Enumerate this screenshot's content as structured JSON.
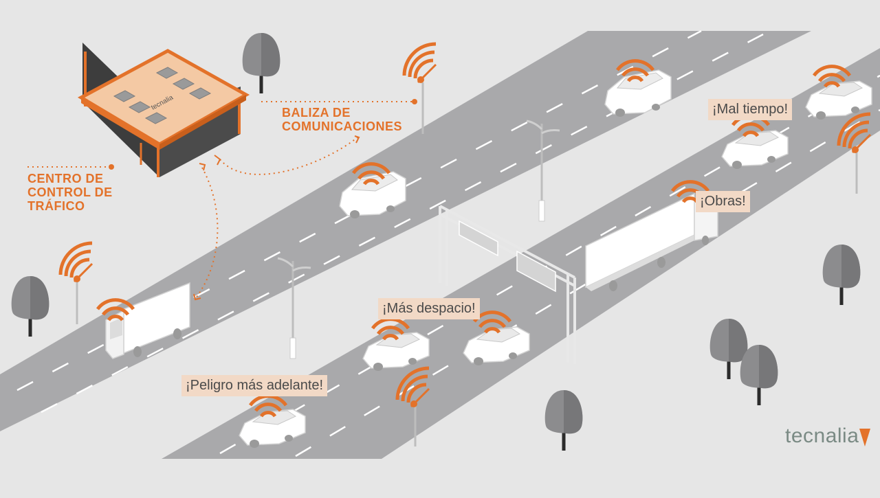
{
  "labels": {
    "control_center": "CENTRO DE\nCONTROL DE\nTRÁFICO",
    "beacon": "BALIZA DE\nCOMUNICACIONES"
  },
  "messages": {
    "bad_weather": "¡Mal tiempo!",
    "roadworks": "¡Obras!",
    "slow_down": "¡Más despacio!",
    "danger_ahead": "¡Peligro más adelante!"
  },
  "building_logo": "tecnalia",
  "brand": {
    "name": "tecnalia"
  },
  "colors": {
    "accent": "#e3722a",
    "road": "#a9a9ab",
    "background": "#e6e6e6",
    "bubble": "#f2d9c6",
    "tree": "#8c8c8e",
    "vehicle": "#ffffff"
  }
}
